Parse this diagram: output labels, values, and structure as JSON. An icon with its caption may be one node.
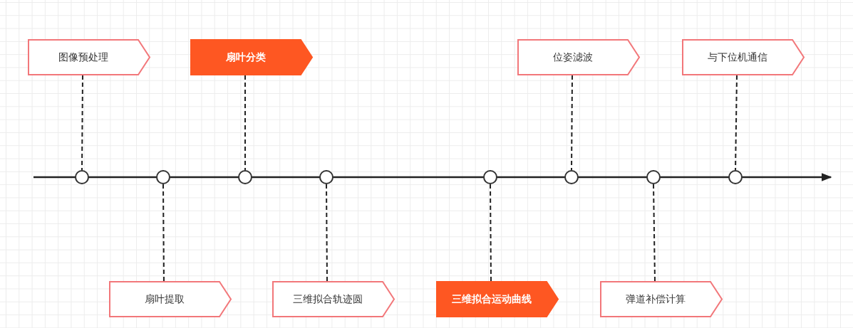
{
  "diagram": {
    "nodes": [
      {
        "text": [
          "图像预处理"
        ]
      },
      {
        "text": [
          "扇叶分类"
        ]
      },
      {
        "text": [
          "位姿滤波"
        ]
      },
      {
        "text": [
          "与下位机通信"
        ]
      },
      {
        "text": [
          "扇叶提取"
        ]
      },
      {
        "text": [
          "三维拟合轨迹圆"
        ]
      },
      {
        "text": [
          "三维拟合运动曲线"
        ]
      },
      {
        "text": [
          "弹道补偿计算"
        ]
      },
      {
        "text": [],
        "shape": "circle"
      },
      {
        "text": [],
        "shape": "circle"
      },
      {
        "text": [],
        "shape": "circle"
      },
      {
        "text": [],
        "shape": "circle"
      },
      {
        "text": [],
        "shape": "circle"
      },
      {
        "text": [],
        "shape": "circle"
      },
      {
        "text": [],
        "shape": "circle"
      },
      {
        "text": [],
        "shape": "circle"
      }
    ],
    "edges": [
      {
        "from": 0,
        "to": 8,
        "arrow": "none",
        "style": "dashed"
      },
      {
        "from": 4,
        "to": 9,
        "arrow": "none",
        "style": "dashed"
      },
      {
        "from": 1,
        "to": 10,
        "arrow": "none",
        "style": "dashed"
      },
      {
        "from": 5,
        "to": 11,
        "arrow": "none",
        "style": "dashed"
      },
      {
        "from": 6,
        "to": 12,
        "arrow": "none",
        "style": "dashed"
      },
      {
        "from": 2,
        "to": 13,
        "arrow": "none",
        "style": "dashed"
      },
      {
        "from": 7,
        "to": 14,
        "arrow": "none",
        "style": "dashed"
      },
      {
        "from": 3,
        "to": 15,
        "arrow": "none",
        "style": "dashed"
      }
    ]
  }
}
